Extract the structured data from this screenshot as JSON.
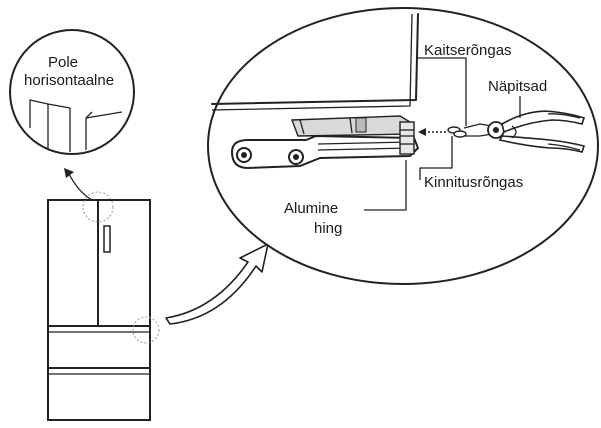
{
  "labels": {
    "not_horizontal_line1": "Pole",
    "not_horizontal_line2": "horisontaalne",
    "protective_ring": "Kaitserõngas",
    "pliers": "Näpitsad",
    "retaining_ring": "Kinnitusrõngas",
    "lower_hinge_line1": "Alumine",
    "lower_hinge_line2": "hing"
  },
  "icons": [
    "fridge-illustration",
    "zoom-circle",
    "hinge-detail-oval",
    "pliers-icon",
    "callout-arrow"
  ],
  "colors": {
    "line": "#222222",
    "fill_gray": "#d9d9d9",
    "background": "#ffffff"
  }
}
